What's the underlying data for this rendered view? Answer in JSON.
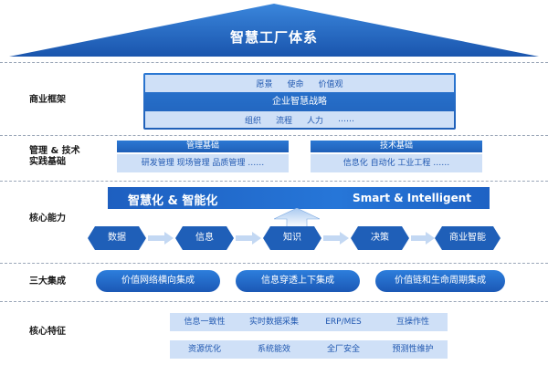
{
  "title": "智慧工厂体系",
  "rows": {
    "business_frame": [
      "商业框架"
    ],
    "mgmt_tech": [
      "管理 & 技术",
      "实践基础"
    ],
    "core_ability": [
      "核心能力"
    ],
    "integration": [
      "三大集成"
    ],
    "core_features": [
      "核心特征"
    ]
  },
  "business": {
    "top_items": [
      "愿景",
      "使命",
      "价值观"
    ],
    "band": "企业智慧战略",
    "bottom_items": [
      "组织",
      "流程",
      "人力",
      "……"
    ]
  },
  "management": {
    "head": "管理基础",
    "body": "研发管理  现场管理  品质管理 ……"
  },
  "technology": {
    "head": "技术基础",
    "body": "信息化  自动化  工业工程  ……"
  },
  "smart": {
    "cn": "智慧化 & 智能化",
    "en": "Smart & Intelligent"
  },
  "chain": [
    "数据",
    "信息",
    "知识",
    "决策",
    "商业智能"
  ],
  "integrations": [
    "价值网络横向集成",
    "信息穿透上下集成",
    "价值链和生命周期集成"
  ],
  "features": {
    "row1": [
      "信息一致性",
      "实时数据采集",
      "ERP/MES",
      "互操作性"
    ],
    "row2": [
      "资源优化",
      "系统能效",
      "全厂安全",
      "预测性维护"
    ]
  },
  "colors": {
    "primary": "#1f5fb8",
    "light": "#cfe0f7",
    "dark": "#0f3f8c"
  }
}
